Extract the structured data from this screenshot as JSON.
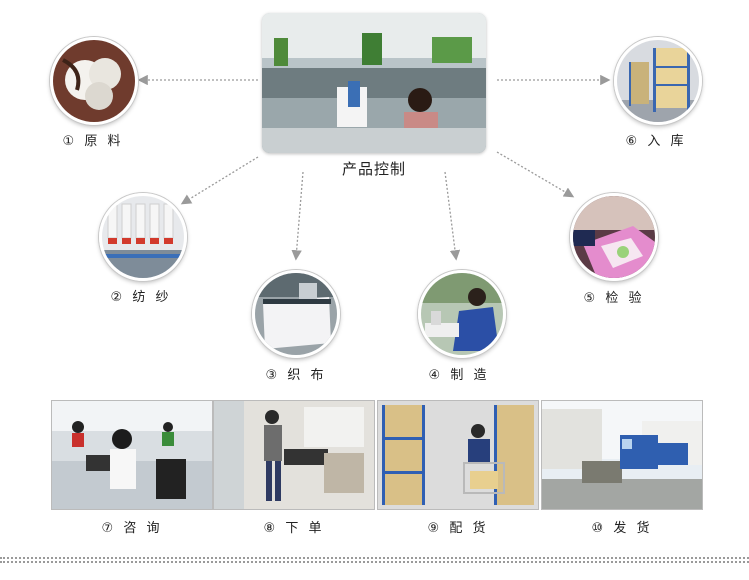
{
  "center": {
    "title": "产品控制"
  },
  "steps": [
    {
      "label": "① 原 料",
      "icon": "cotton-boll"
    },
    {
      "label": "② 纺 纱",
      "icon": "spinning-bobbins"
    },
    {
      "label": "③ 织 布",
      "icon": "weaving-machine"
    },
    {
      "label": "④ 制 造",
      "icon": "sewing-worker"
    },
    {
      "label": "⑤ 检 验",
      "icon": "inspecting-fabric"
    },
    {
      "label": "⑥ 入 库",
      "icon": "warehouse-shelves"
    }
  ],
  "bottom_steps": [
    {
      "label": "⑦ 咨 询",
      "icon": "call-center"
    },
    {
      "label": "⑧ 下 单",
      "icon": "office-printer"
    },
    {
      "label": "⑨ 配 货",
      "icon": "picking-cart"
    },
    {
      "label": "⑩ 发 货",
      "icon": "delivery-trucks"
    }
  ],
  "colors": {
    "arrow": "#9a9a9a",
    "text": "#222222",
    "frame": "#ffffff"
  }
}
